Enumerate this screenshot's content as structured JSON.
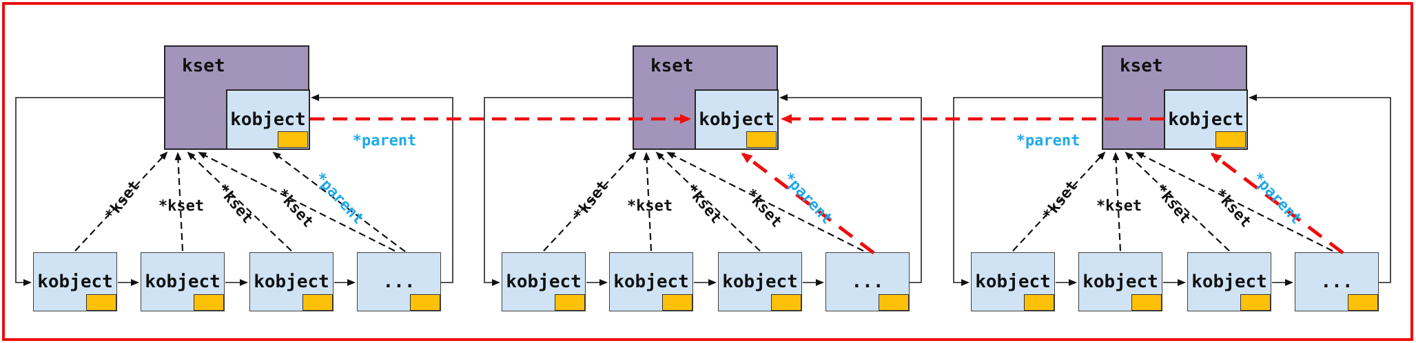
{
  "groups": [
    {
      "kset_label": "kset",
      "kobject_label": "kobject",
      "members": [
        "kobject",
        "kobject",
        "kobject",
        "..."
      ],
      "kset_pointer_labels": [
        "*kset",
        "*kset",
        "*kset",
        "*kset"
      ],
      "parent_pointer_label": "*parent"
    },
    {
      "kset_label": "kset",
      "kobject_label": "kobject",
      "members": [
        "kobject",
        "kobject",
        "kobject",
        "..."
      ],
      "kset_pointer_labels": [
        "*kset",
        "*kset",
        "*kset",
        "*kset"
      ],
      "parent_pointer_label": "*parent"
    },
    {
      "kset_label": "kset",
      "kobject_label": "kobject",
      "members": [
        "kobject",
        "kobject",
        "kobject",
        "..."
      ],
      "kset_pointer_labels": [
        "*kset",
        "*kset",
        "*kset",
        "*kset"
      ],
      "parent_pointer_label": "*parent"
    }
  ],
  "cross_parent_links": [
    {
      "label": "*parent"
    },
    {
      "label": "*parent"
    }
  ],
  "colors": {
    "kset_fill": "#a294ba",
    "kobject_fill": "#cfe3f4",
    "corner_square_fill": "#fec10a",
    "parent_link_red": "#ee0d0d",
    "pointer_label_blue": "#1fa9e8",
    "frame_border": "#ee0d0d"
  }
}
